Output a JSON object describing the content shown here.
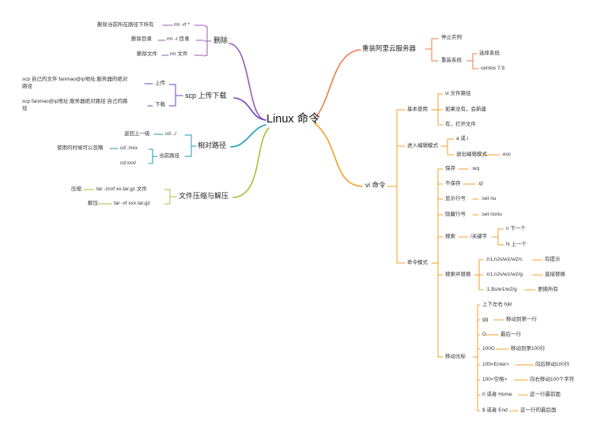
{
  "root": "Linux 命令",
  "left": {
    "delete": {
      "label": "删除",
      "items": [
        {
          "desc": "删除当前所在路径下所有",
          "cmd": "rm -rf *"
        },
        {
          "desc": "删除目录",
          "cmd": "rm -r 目录"
        },
        {
          "desc": "删除文件",
          "cmd": "rm 文件"
        }
      ]
    },
    "scp": {
      "label": "scp 上传下载",
      "items": [
        {
          "kind": "上传",
          "cmd_line1": "scp 自己的文件  fanmao@ip地址:服务器的绝对",
          "cmd_line2": "路径"
        },
        {
          "kind": "下载",
          "cmd_line1": "scp fanmao@ip地址:服务器绝对路径  自己的路",
          "cmd_line2": "径"
        }
      ]
    },
    "relpath": {
      "label": "相对路径",
      "up_desc": "返回上一级",
      "up_cmd": "cd ../",
      "cur_label": "当前路径",
      "cur_desc": "使用的时候可以忽略",
      "cur_cmd1": "cd ./xxx",
      "cur_cmd2": "cd xxx/"
    },
    "compress": {
      "label": "文件压缩与解压",
      "items": [
        {
          "desc": "压缩",
          "cmd": "tar -zcvf xx.tar.gz  文件"
        },
        {
          "desc": "解压",
          "cmd": "tar -xf xxx.tar.gz"
        }
      ]
    }
  },
  "right": {
    "reinstall": {
      "label": "重装阿里云服务器",
      "stop": "停止实例",
      "reinstall_sys": "重装系统",
      "choose": "选择系统",
      "centos": "centos 7.9"
    },
    "vi": {
      "label": "vi 命令",
      "basic": {
        "label": "基本使用",
        "items": [
          "vi 文件路径",
          "如果没有，会新建",
          "有，打开文件"
        ]
      },
      "edit": {
        "label": "进入编辑模式",
        "enter": "a 或  i",
        "exit_label": "退出编辑模式",
        "exit_key": "esc"
      },
      "cmdmode": {
        "label": "命令模式",
        "save": {
          "label": "保存",
          "cmd": ":wq"
        },
        "nosave": {
          "label": "不保存",
          "cmd": ":q!"
        },
        "shownu": {
          "label": "显示行号",
          "cmd": ":set nu"
        },
        "hidenu": {
          "label": "隐藏行号",
          "cmd": ":set nonu"
        },
        "search": {
          "label": "搜索",
          "cmd": "/关键字",
          "next": "n  下一个",
          "prev": "N  上一个"
        },
        "replace": {
          "label": "搜索并替换",
          "items": [
            {
              "cmd": ":n1,n2s/w1/w2/c",
              "note": "有提示"
            },
            {
              "cmd": ":n1,n2s/w1/w2/g",
              "note": "直接替换"
            },
            {
              "cmd": ":1,$s/w1/w2/g",
              "note": "更换所有"
            }
          ]
        },
        "cursor": {
          "label": "移动光标",
          "items": [
            {
              "key": "上下左右  hjkl",
              "note": ""
            },
            {
              "key": "gg",
              "note": "移动到第一行"
            },
            {
              "key": "G",
              "note": "最后一行"
            },
            {
              "key": "100G",
              "note": "移动到第100行"
            },
            {
              "key": "100<Enter>",
              "note": "向后移动100行"
            },
            {
              "key": "100<空格>",
              "note": "向右移动100个字符"
            },
            {
              "key": "0 或者 Home",
              "note": "这一行最前面"
            },
            {
              "key": "$ 或者 End",
              "note": "这一行的最后面"
            }
          ]
        }
      }
    }
  },
  "colors": {
    "delete": "#9b59b6",
    "scp": "#6f42c1",
    "relpath": "#1e9bb5",
    "compress": "#a5c23c",
    "reinstall": "#ef7b45",
    "vi": "#f0a12a"
  }
}
